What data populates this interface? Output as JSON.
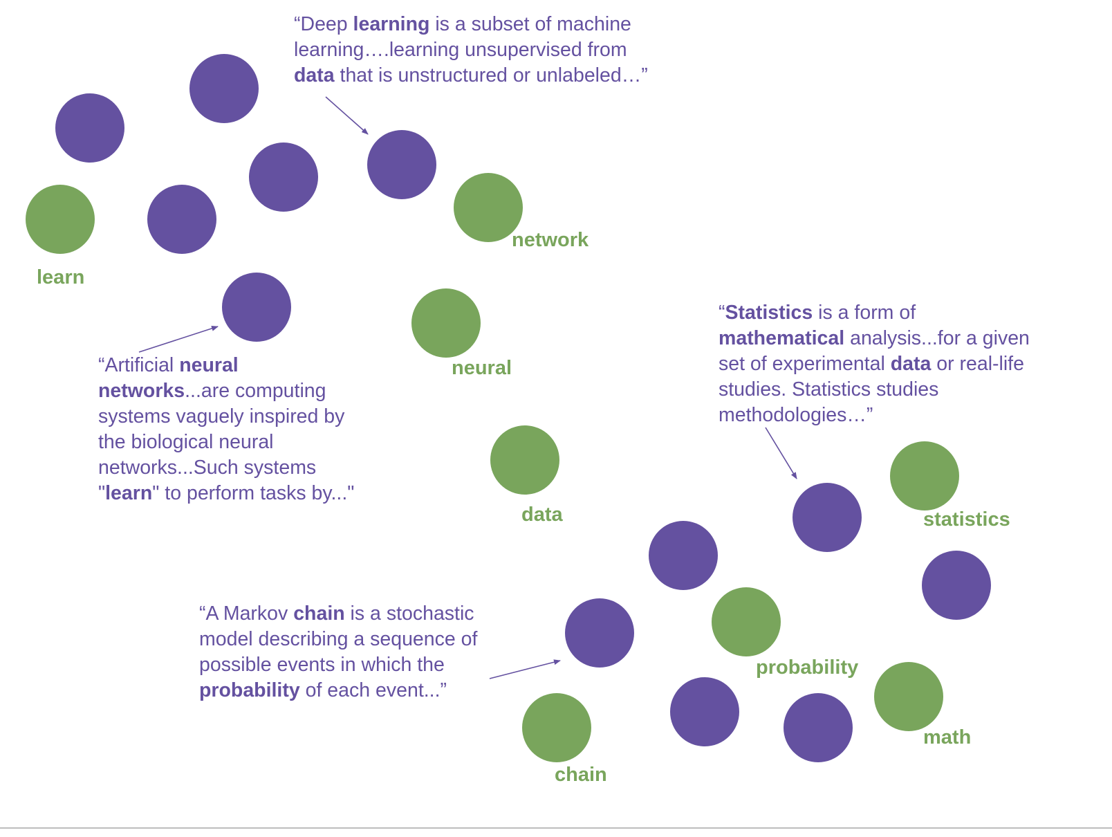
{
  "colors": {
    "document_node": "#6451a0",
    "word_node": "#79a55c",
    "quote_text": "#6451a0",
    "word_label": "#79a55c",
    "arrow": "#6451a0"
  },
  "word_labels": {
    "learn": "learn",
    "network": "network",
    "neural": "neural",
    "data": "data",
    "statistics": "statistics",
    "probability": "probability",
    "math": "math",
    "chain": "chain"
  },
  "quotes": {
    "deep_learning": [
      [
        {
          "t": "“Deep "
        },
        {
          "t": "learning",
          "b": true
        },
        {
          "t": " is a subset of machine"
        }
      ],
      [
        {
          "t": "learning….learning unsupervised from"
        }
      ],
      [
        {
          "t": "data",
          "b": true
        },
        {
          "t": " that is unstructured or unlabeled…”"
        }
      ]
    ],
    "neural_networks": [
      [
        {
          "t": "“Artificial "
        },
        {
          "t": "neural",
          "b": true
        }
      ],
      [
        {
          "t": "networks",
          "b": true
        },
        {
          "t": "...are computing"
        }
      ],
      [
        {
          "t": "systems vaguely inspired by"
        }
      ],
      [
        {
          "t": "the biological neural"
        }
      ],
      [
        {
          "t": "networks...Such systems"
        }
      ],
      [
        {
          "t": "\""
        },
        {
          "t": "learn",
          "b": true
        },
        {
          "t": "\" to perform tasks by...\""
        }
      ]
    ],
    "statistics": [
      [
        {
          "t": "“"
        },
        {
          "t": "Statistics",
          "b": true
        },
        {
          "t": " is a form of"
        }
      ],
      [
        {
          "t": "mathematical",
          "b": true
        },
        {
          "t": " analysis...for a given"
        }
      ],
      [
        {
          "t": "set of experimental "
        },
        {
          "t": "data",
          "b": true
        },
        {
          "t": " or real-life"
        }
      ],
      [
        {
          "t": "studies. Statistics studies"
        }
      ],
      [
        {
          "t": "methodologies…”"
        }
      ]
    ],
    "markov_chain": [
      [
        {
          "t": "“A Markov "
        },
        {
          "t": "chain",
          "b": true
        },
        {
          "t": " is a stochastic"
        }
      ],
      [
        {
          "t": "model describing a sequence of"
        }
      ],
      [
        {
          "t": "possible events in which the"
        }
      ],
      [
        {
          "t": "probability",
          "b": true
        },
        {
          "t": " of each event...”"
        }
      ]
    ]
  }
}
